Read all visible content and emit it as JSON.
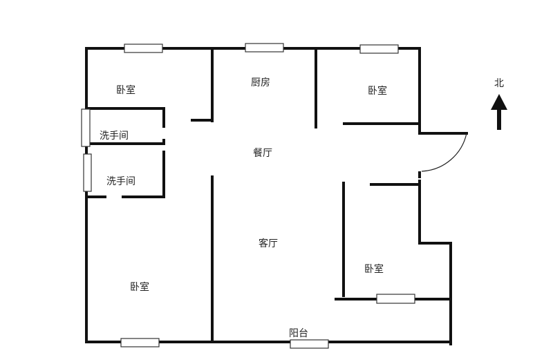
{
  "rooms": {
    "bedroom_nw": "卧室",
    "kitchen": "厨房",
    "bedroom_ne": "卧室",
    "bathroom_1": "洗手间",
    "dining": "餐厅",
    "bathroom_2": "洗手间",
    "living": "客厅",
    "bedroom_se": "卧室",
    "bedroom_sw": "卧室",
    "balcony": "阳台"
  },
  "compass": {
    "label": "北",
    "icon": "north-arrow-icon"
  }
}
